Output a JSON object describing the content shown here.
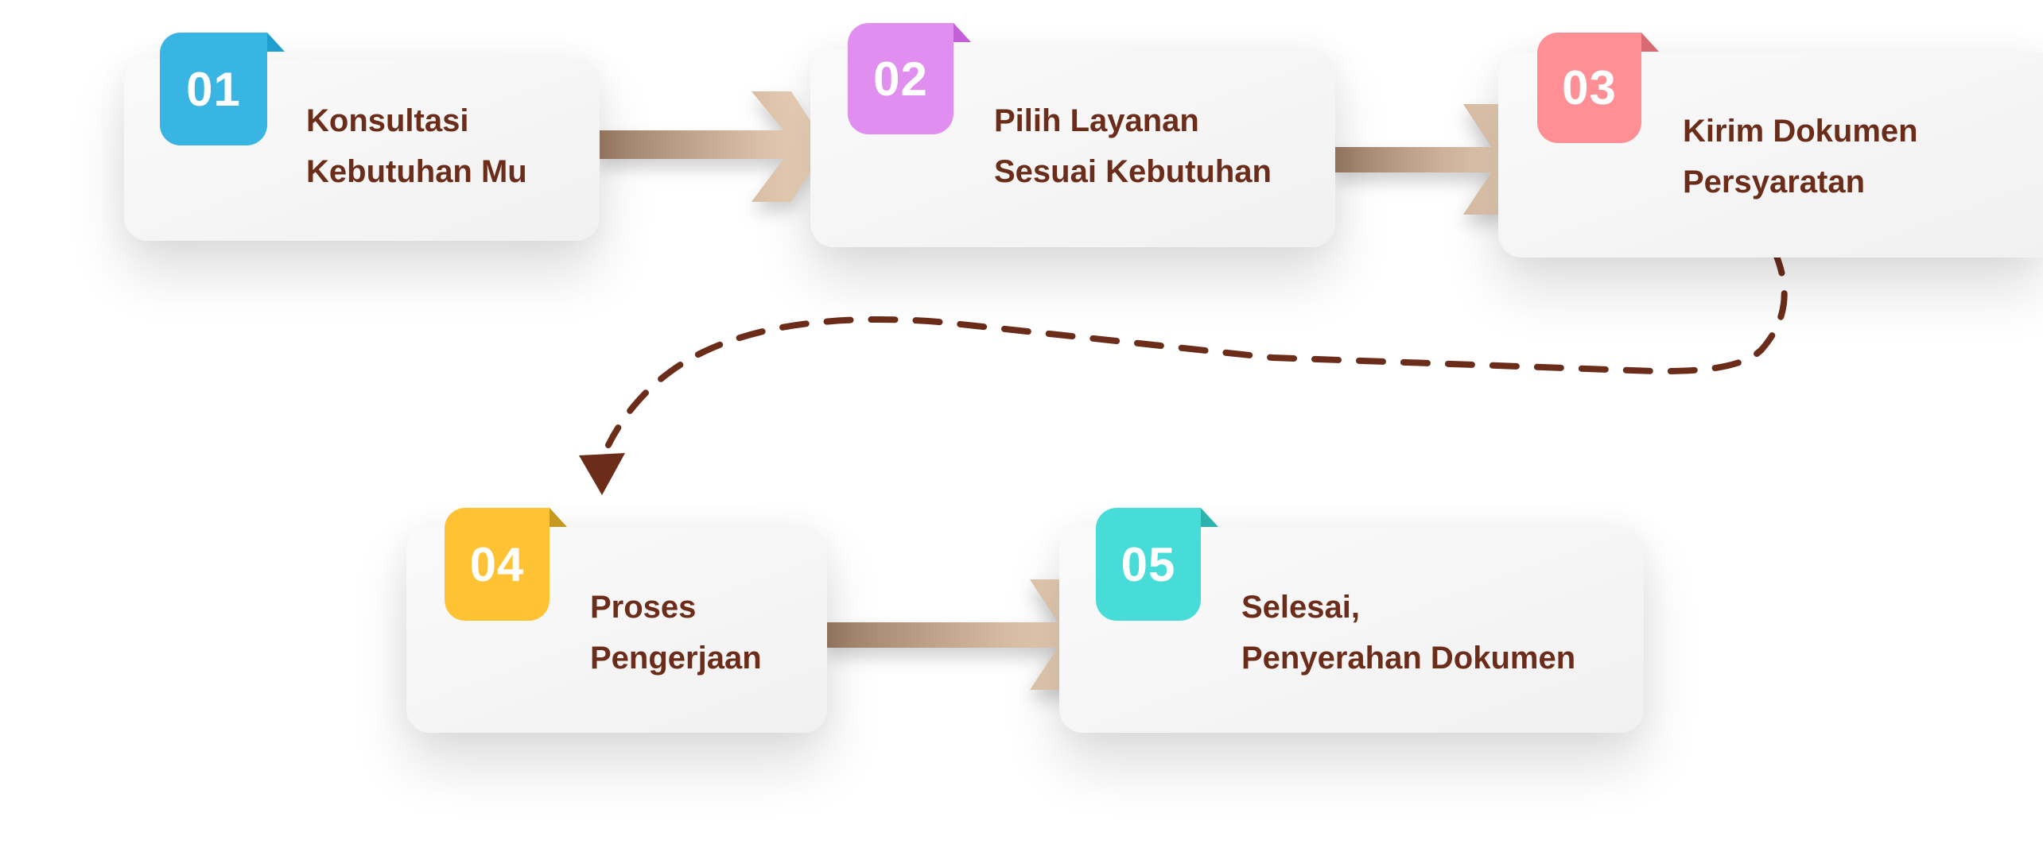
{
  "steps": [
    {
      "number": "01",
      "line1": "Konsultasi",
      "line2": "Kebutuhan Mu",
      "color": "#39b5e3",
      "fold_color": "#1e9fd0"
    },
    {
      "number": "02",
      "line1": "Pilih Layanan",
      "line2": "Sesuai Kebutuhan",
      "color": "#e08ef0",
      "fold_color": "#c55fd9"
    },
    {
      "number": "03",
      "line1": "Kirim Dokumen",
      "line2": "Persyaratan",
      "color": "#ff8f94",
      "fold_color": "#d96a72"
    },
    {
      "number": "04",
      "line1": "Proses",
      "line2": "Pengerjaan",
      "color": "#ffc233",
      "fold_color": "#c59a1f"
    },
    {
      "number": "05",
      "line1": "Selesai,",
      "line2": "Penyerahan Dokumen",
      "color": "#48dcd9",
      "fold_color": "#2cb3b0"
    }
  ],
  "colors": {
    "text": "#6b2d1a",
    "connector": "#6b2d1a",
    "arrow_start": "#9c7d66",
    "arrow_end": "#f5dcc3"
  }
}
